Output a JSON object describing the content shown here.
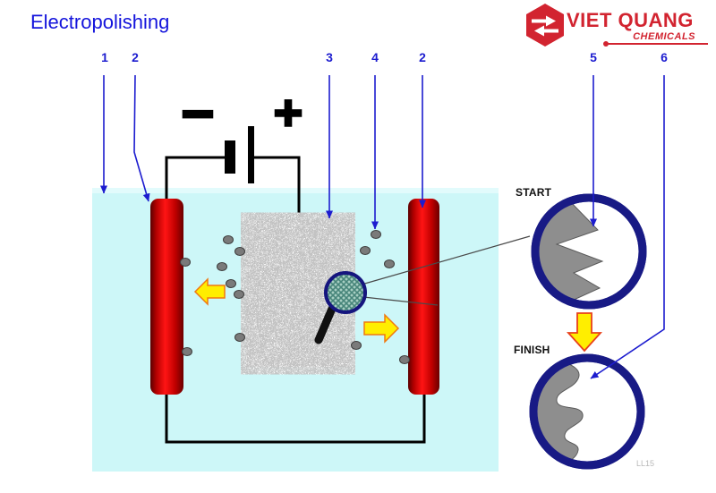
{
  "title": "Electropolishing",
  "logo": {
    "brand": "VIET QUANG",
    "sub": "CHEMICALS"
  },
  "callouts": [
    "1",
    "2",
    "3",
    "4",
    "2",
    "5",
    "6"
  ],
  "battery": {
    "negative": "−",
    "positive": "+"
  },
  "stages": {
    "start": "START",
    "finish": "FINISH"
  },
  "watermark": "LL15",
  "colors": {
    "accent_blue": "#1c1ccf",
    "brand_red": "#d22430",
    "electrode_red": "#cc0000",
    "electrolyte_cyan": "#cdf7f8",
    "circle_navy": "#181a85",
    "arrow_yellow": "#ffee00",
    "particle_gray": "#7a7a7a"
  }
}
